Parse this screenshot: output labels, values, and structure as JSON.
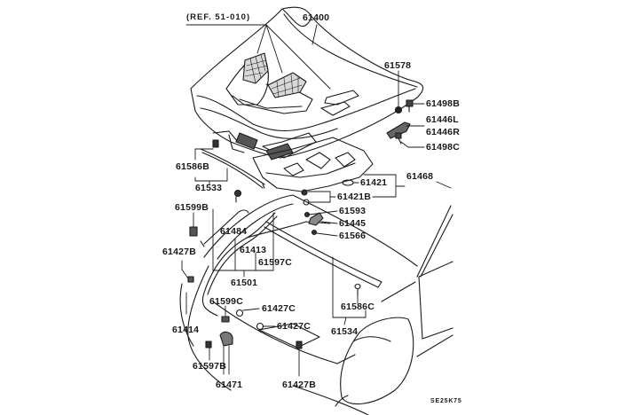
{
  "diagram": {
    "title": "Hood (bonnet) assembly exploded parts diagram",
    "reference_note": "(REF. 51-010)",
    "drawing_code": "SE25K75",
    "parts": {
      "hood_panel": "61400",
      "hood_stay_grommet": "61578",
      "hood_latch_bolt_upper": "61498B",
      "hood_hinge_left": "61446L",
      "hood_hinge_right": "61446R",
      "hood_latch_bolt_lower": "61498C",
      "hood_insulator": "61468",
      "insulator_clip": "61421",
      "insulator_clip_b": "61421B",
      "weatherstrip_clip": "61586B",
      "hood_weatherstrip": "61533",
      "cable_clip": "61599B",
      "bumper_clip_left": "61427B",
      "hood_lock_cable_clip": "61484",
      "hood_lock_cable": "61413",
      "cable_clamp": "61597C",
      "release_handle_assy": "61501",
      "hood_stay": "61593",
      "hood_stay_holder": "61445",
      "stay_clip": "61566",
      "front_weatherstrip": "61534",
      "front_weatherstrip_clip": "61586C",
      "latch_cable_clip": "61599C",
      "bumper_bolt_upper": "61427C",
      "bumper_bolt_lower": "61427C",
      "hood_latch_support": "61414",
      "latch_clip": "61597B",
      "hood_latch": "61471",
      "bumper_clip_right": "61427B"
    }
  }
}
